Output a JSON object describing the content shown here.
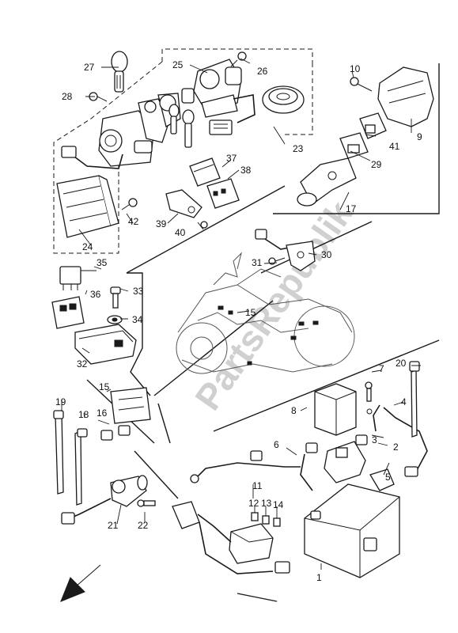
{
  "watermark": "PartsRepublik",
  "callouts": [
    {
      "id": "27",
      "text": "27"
    },
    {
      "id": "28",
      "text": "28"
    },
    {
      "id": "25",
      "text": "25"
    },
    {
      "id": "26",
      "text": "26"
    },
    {
      "id": "23",
      "text": "23"
    },
    {
      "id": "10",
      "text": "10"
    },
    {
      "id": "9",
      "text": "9"
    },
    {
      "id": "41",
      "text": "41"
    },
    {
      "id": "29",
      "text": "29"
    },
    {
      "id": "17",
      "text": "17"
    },
    {
      "id": "37",
      "text": "37"
    },
    {
      "id": "38",
      "text": "38"
    },
    {
      "id": "42",
      "text": "42"
    },
    {
      "id": "39",
      "text": "39"
    },
    {
      "id": "40",
      "text": "40"
    },
    {
      "id": "24",
      "text": "24"
    },
    {
      "id": "30",
      "text": "30"
    },
    {
      "id": "31",
      "text": "31"
    },
    {
      "id": "35",
      "text": "35"
    },
    {
      "id": "36",
      "text": "36"
    },
    {
      "id": "33",
      "text": "33"
    },
    {
      "id": "34",
      "text": "34"
    },
    {
      "id": "15a",
      "text": "15"
    },
    {
      "id": "32",
      "text": "32"
    },
    {
      "id": "15b",
      "text": "15"
    },
    {
      "id": "16",
      "text": "16"
    },
    {
      "id": "19",
      "text": "19"
    },
    {
      "id": "18",
      "text": "18"
    },
    {
      "id": "21",
      "text": "21"
    },
    {
      "id": "22",
      "text": "22"
    },
    {
      "id": "7",
      "text": "7"
    },
    {
      "id": "20",
      "text": "20"
    },
    {
      "id": "8",
      "text": "8"
    },
    {
      "id": "4",
      "text": "4"
    },
    {
      "id": "3",
      "text": "3"
    },
    {
      "id": "2",
      "text": "2"
    },
    {
      "id": "5",
      "text": "5"
    },
    {
      "id": "6",
      "text": "6"
    },
    {
      "id": "11",
      "text": "11"
    },
    {
      "id": "12",
      "text": "12"
    },
    {
      "id": "13",
      "text": "13"
    },
    {
      "id": "14",
      "text": "14"
    },
    {
      "id": "1",
      "text": "1"
    }
  ]
}
